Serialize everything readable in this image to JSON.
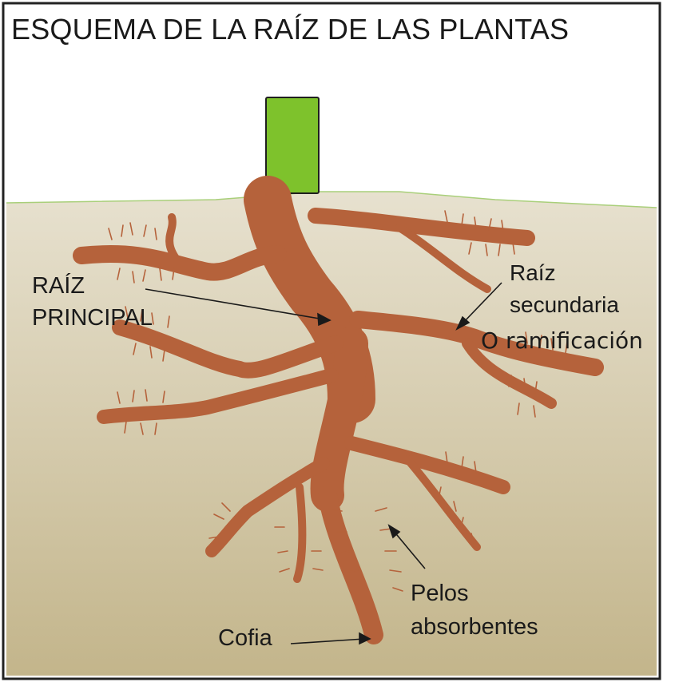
{
  "title": "ESQUEMA DE LA RAÍZ DE LAS PLANTAS",
  "labels": {
    "raiz_principal": [
      "RAÍZ",
      "PRINCIPAL"
    ],
    "raiz_secundaria": [
      "Raíz",
      "secundaria"
    ],
    "ramificacion": "O ramificación",
    "pelos_absorbentes": [
      "Pelos",
      "absorbentes"
    ],
    "cofia": "Cofia"
  },
  "colors": {
    "root": "#b5623b",
    "stem": "#7ec22c",
    "soil_top": "#e7e1cf",
    "soil_bottom": "#c3b58b",
    "sky": "#ffffff",
    "border": "#222222",
    "ground_line": "#a9cf7a"
  }
}
